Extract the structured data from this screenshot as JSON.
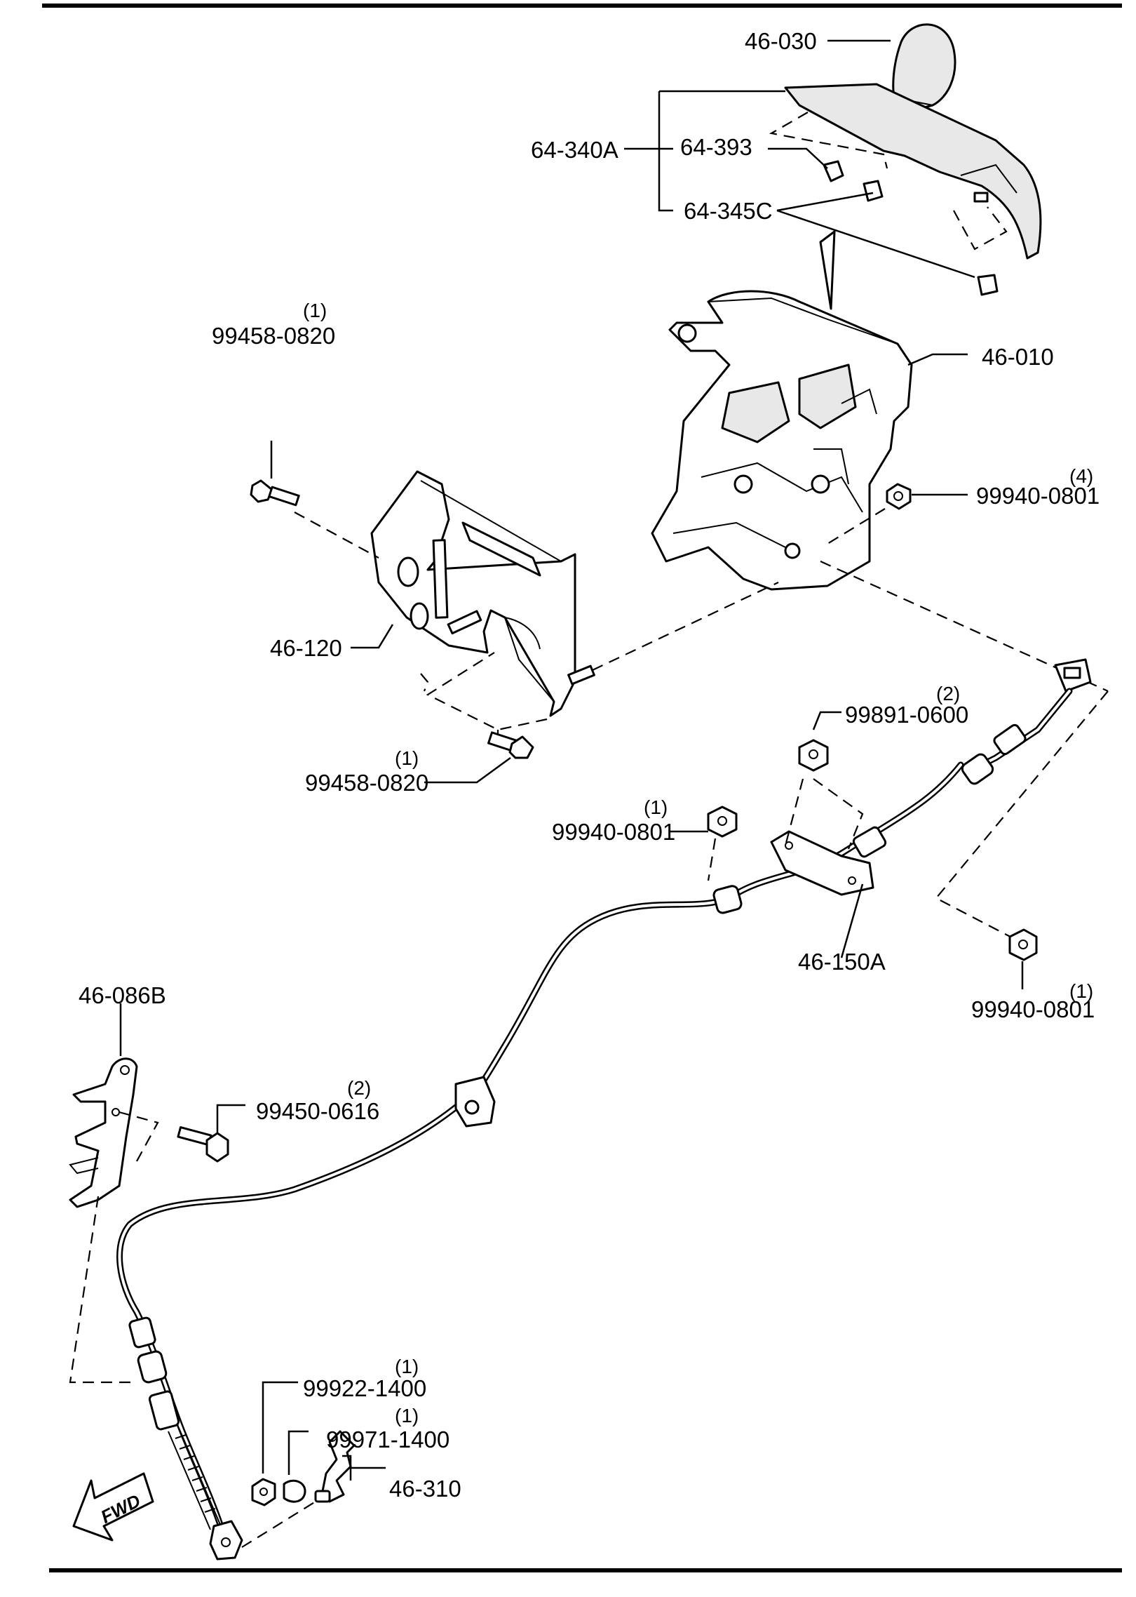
{
  "diagram": {
    "labels": {
      "knob": "46-030",
      "panel_assy": "64-340A",
      "clip_a": "64-393",
      "clip_b": "64-345C",
      "shifter": "46-010",
      "bolt_top": "99458-0820",
      "bolt_top_qty": "(1)",
      "nut_shifter": "99940-0801",
      "nut_shifter_qty": "(4)",
      "bracket": "46-120",
      "bolt_mid": "99458-0820",
      "bolt_mid_qty": "(1)",
      "nut_flange": "99891-0600",
      "nut_flange_qty": "(2)",
      "nut_left": "99940-0801",
      "nut_left_qty": "(1)",
      "cable": "46-150A",
      "nut_right": "99940-0801",
      "nut_right_qty": "(1)",
      "cable_bracket": "46-086B",
      "bolt_small": "99450-0616",
      "bolt_small_qty": "(2)",
      "nut_bottom": "99922-1400",
      "nut_bottom_qty": "(1)",
      "clip_bottom": "99971-1400",
      "clip_bottom_qty": "(1)",
      "lower_bracket": "46-310",
      "fwd": "FWD"
    }
  }
}
